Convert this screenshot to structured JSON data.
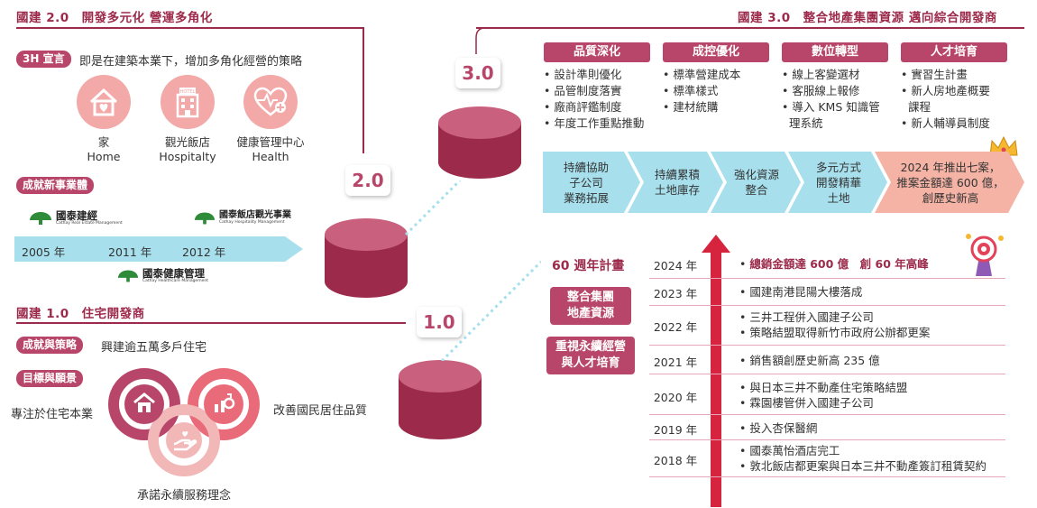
{
  "v2": {
    "title": "國建 2.0　開發多元化 營運多角化",
    "pill": "3H 宣言",
    "declaration": "即是在建築本業下，增加多角化經營的策略",
    "icons": [
      {
        "icon": "home-icon",
        "zh": "家",
        "en": "Home"
      },
      {
        "icon": "hotel-icon",
        "zh": "觀光飯店",
        "en": "Hospitalty"
      },
      {
        "icon": "health-icon",
        "zh": "健康管理中心",
        "en": "Health"
      }
    ],
    "new_biz_pill": "成就新事業體",
    "timeline": [
      "2005 年",
      "2011 年",
      "2012 年"
    ],
    "logos": [
      {
        "zh": "國泰建經",
        "en": "Cathay Real Estate Management"
      },
      {
        "zh": "國泰飯店觀光事業",
        "en": "Cathay Hospitality Management"
      },
      {
        "zh": "國泰健康管理",
        "en": "Cathay Healthcare Management"
      }
    ],
    "badge": "2.0"
  },
  "v1": {
    "title": "國建 1.0　住宅開發商",
    "pill_strategy": "成就與策略",
    "strategy_text": "興建逾五萬多戶住宅",
    "pill_goal": "目標與願景",
    "goal_left": "專注於住宅本業",
    "goal_right": "改善國民居住品質",
    "goal_bottom": "承諾永續服務理念",
    "badge": "1.0"
  },
  "v3": {
    "title": "國建 3.0　整合地產集團資源 邁向綜合開發商",
    "badge": "3.0",
    "categories": [
      {
        "head": "品質深化",
        "items": [
          "設計準則優化",
          "品管制度落實",
          "廠商評鑑制度",
          "年度工作重點推動"
        ]
      },
      {
        "head": "成控優化",
        "items": [
          "標準營建成本",
          "標準樣式",
          "建材統購"
        ]
      },
      {
        "head": "數位轉型",
        "items": [
          "線上客變選材",
          "客服線上報修",
          "導入 KMS 知識管",
          "理系統"
        ]
      },
      {
        "head": "人才培育",
        "items": [
          "實習生計畫",
          "新人房地產概要",
          "課程",
          "新人輔導員制度"
        ]
      }
    ],
    "chevrons": [
      [
        "持續協助",
        "子公司",
        "業務拓展"
      ],
      [
        "持續累積",
        "土地庫存"
      ],
      [
        "強化資源",
        "整合"
      ],
      [
        "多元方式",
        "開發精華",
        "土地"
      ],
      [
        "2024 年推出七案，",
        "推案金額達 600 億，",
        "創歷史新高"
      ]
    ]
  },
  "plan60": {
    "title": "60 週年計畫",
    "boxes": [
      [
        "整合集團",
        "地產資源"
      ],
      [
        "重視永續經營",
        "與人才培育"
      ]
    ],
    "rows": [
      {
        "year": "2024 年",
        "events": [
          "總銷金額達 600 億　創 60 年高峰"
        ]
      },
      {
        "year": "2023 年",
        "events": [
          "國建南港昆陽大樓落成"
        ]
      },
      {
        "year": "2022 年",
        "events": [
          "三井工程併入國建子公司",
          "策略結盟取得新竹市政府公辦都更案"
        ]
      },
      {
        "year": "2021 年",
        "events": [
          "銷售額創歷史新高 235 億"
        ]
      },
      {
        "year": "2020 年",
        "events": [
          "與日本三井不動產住宅策略結盟",
          "霖園樓管併入國建子公司"
        ]
      },
      {
        "year": "2019 年",
        "events": [
          "投入杏保醫網"
        ]
      },
      {
        "year": "2018 年",
        "events": [
          "國泰萬怡酒店完工",
          "敦北飯店都更案與日本三井不動產簽訂租賃契約"
        ]
      }
    ]
  },
  "colors": {
    "accent": "#9c2a4b",
    "pink": "#b8466a",
    "light_pink": "#f2a9a8",
    "cyan": "#a7dfec"
  }
}
